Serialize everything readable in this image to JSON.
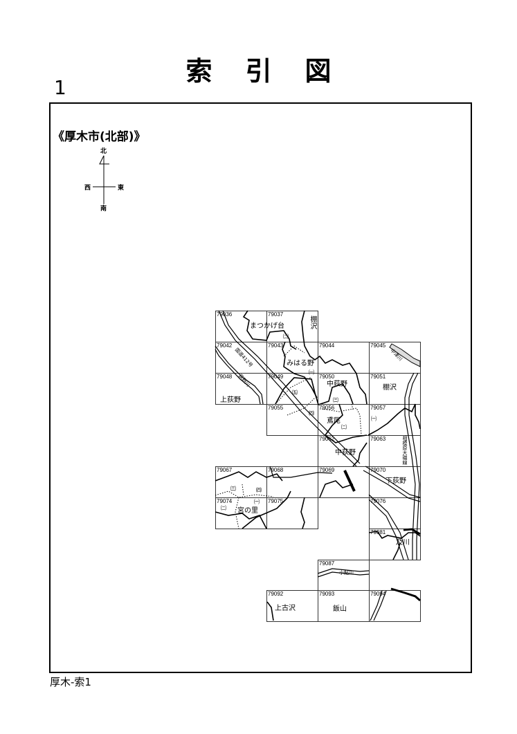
{
  "header": {
    "title": "索引図",
    "page_number": "1"
  },
  "map": {
    "subtitle": "《厚木市(北部)》",
    "compass": {
      "north": "北",
      "south": "南",
      "east": "東",
      "west": "西"
    },
    "sheets": [
      "79036",
      "79037",
      "79042",
      "79043",
      "79044",
      "79045",
      "79048",
      "79049",
      "79050",
      "79051",
      "79055",
      "79056",
      "79057",
      "79062",
      "79063",
      "79067",
      "79068",
      "79069",
      "79070",
      "79074",
      "79075",
      "79076",
      "79081",
      "79087",
      "79092",
      "79093",
      "79094"
    ],
    "places": {
      "matsukagedai": "まつかげ台",
      "tanazawa1": "棚沢",
      "miharuno": "みはる野",
      "nakaogino1": "中荻野",
      "tanazawa2": "棚沢",
      "kamiogino": "上荻野",
      "tobio": "鳶尾",
      "nakaogino2": "中荻野",
      "shimoogino": "下荻野",
      "miyanosato": "宮の里",
      "oikawa": "及川",
      "kamifurusawa": "上古沢",
      "iiyama": "飯山"
    },
    "districts": {
      "d1": "㈡",
      "d2": "㈠",
      "d3": "㈤",
      "d4": "㈢",
      "d5": "㈣",
      "d6": "㈡",
      "d7": "㈠",
      "d8": "㈢",
      "d9": "㈣",
      "d10": "㈠",
      "d11": "㈡"
    },
    "features": {
      "route412": "国道412号",
      "oginogawa": "荻野川",
      "nakatsugawa": "中津川",
      "sagamihara_oiso": "相模原大磯線",
      "koayugawa": "小鮎川"
    }
  },
  "footer": {
    "label": "厚木-索1"
  }
}
